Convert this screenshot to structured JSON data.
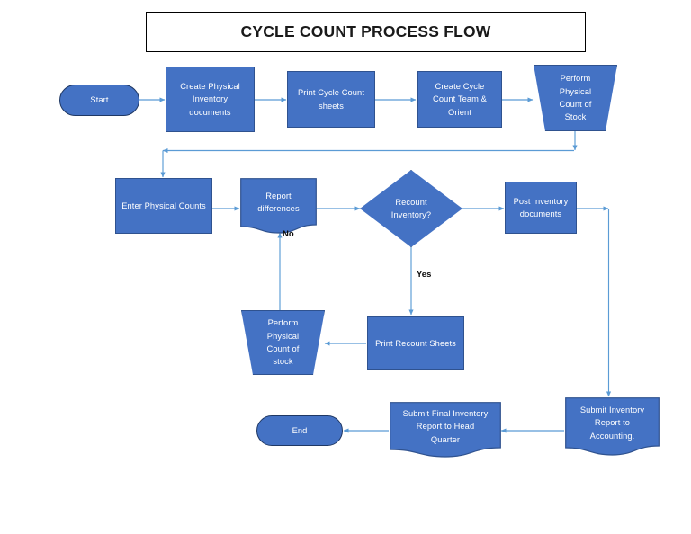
{
  "diagram": {
    "title": "CYCLE COUNT PROCESS FLOW",
    "type": "flowchart",
    "colors": {
      "node_fill": "#4472C4",
      "node_border": "#2F528F",
      "terminator_border": "#1F3864",
      "connector": "#5B9BD5",
      "node_text": "#FFFFFF",
      "title_text": "#1A1A1A",
      "edge_label_text": "#0D0D0D",
      "background": "#FFFFFF"
    },
    "nodes": [
      {
        "id": "start",
        "label": "Start",
        "shape": "terminator"
      },
      {
        "id": "create_docs",
        "label": "Create Physical\nInventory\ndocuments",
        "shape": "process"
      },
      {
        "id": "print_sheets",
        "label": "Print Cycle Count\nsheets",
        "shape": "process"
      },
      {
        "id": "create_team",
        "label": "Create Cycle\nCount Team &\nOrient",
        "shape": "process"
      },
      {
        "id": "perform_1",
        "label": "Perform\nPhysical\nCount of\nStock",
        "shape": "manual-operation"
      },
      {
        "id": "enter_counts",
        "label": "Enter Physical Counts",
        "shape": "process"
      },
      {
        "id": "report_diff",
        "label": "Report\ndifferences",
        "shape": "document"
      },
      {
        "id": "recount",
        "label": "Recount\nInventory?",
        "shape": "decision"
      },
      {
        "id": "post_docs",
        "label": "Post Inventory\ndocuments",
        "shape": "process"
      },
      {
        "id": "perform_2",
        "label": "Perform\nPhysical\nCount of\nstock",
        "shape": "manual-operation"
      },
      {
        "id": "print_recount",
        "label": "Print Recount Sheets",
        "shape": "process"
      },
      {
        "id": "submit_acct",
        "label": "Submit Inventory\nReport to\nAccounting.",
        "shape": "document"
      },
      {
        "id": "submit_hq",
        "label": "Submit Final Inventory\nReport to Head\nQuarter",
        "shape": "document"
      },
      {
        "id": "end",
        "label": "End",
        "shape": "terminator"
      }
    ],
    "edge_labels": [
      {
        "id": "no",
        "text": "No"
      },
      {
        "id": "yes",
        "text": "Yes"
      }
    ]
  }
}
